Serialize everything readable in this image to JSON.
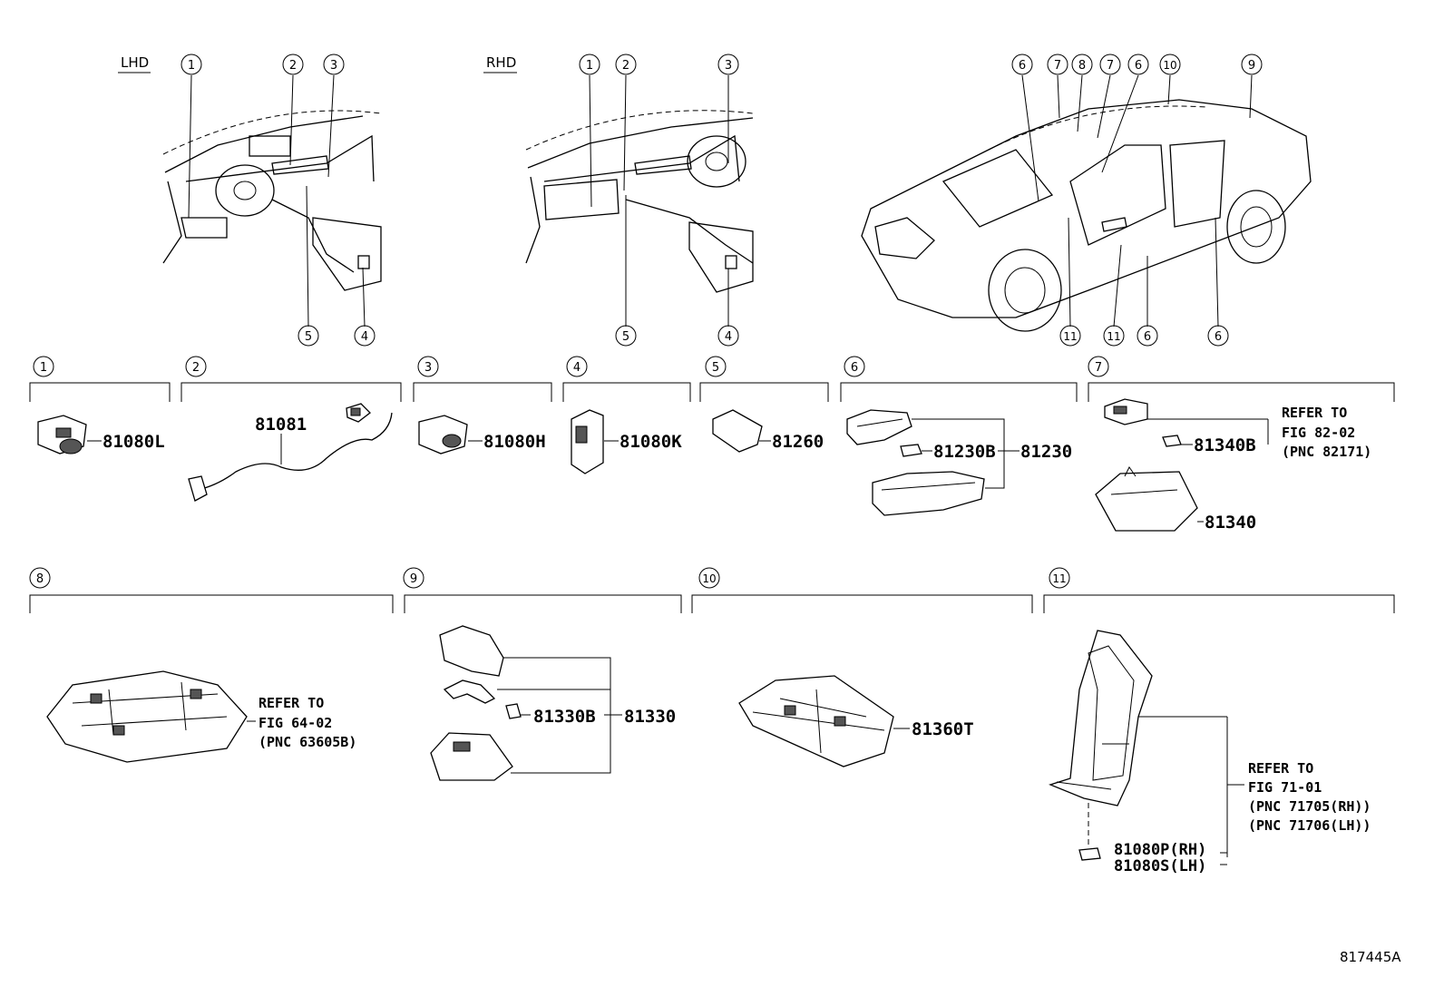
{
  "top_views": {
    "lhd_label": "LHD",
    "rhd_label": "RHD",
    "lhd_callouts": [
      "1",
      "2",
      "3",
      "5",
      "4"
    ],
    "rhd_callouts": [
      "1",
      "2",
      "3",
      "5",
      "4"
    ],
    "car_callouts": [
      "6",
      "7",
      "8",
      "7",
      "6",
      "10",
      "9",
      "11",
      "11",
      "6",
      "6"
    ]
  },
  "sections": [
    {
      "num": "1",
      "parts": [
        "81080L"
      ]
    },
    {
      "num": "2",
      "parts": [
        "81081"
      ]
    },
    {
      "num": "3",
      "parts": [
        "81080H"
      ]
    },
    {
      "num": "4",
      "parts": [
        "81080K"
      ]
    },
    {
      "num": "5",
      "parts": [
        "81260"
      ]
    },
    {
      "num": "6",
      "parts": [
        "81230B",
        "81230"
      ]
    },
    {
      "num": "7",
      "parts": [
        "81340B",
        "81340"
      ],
      "refer": [
        "REFER TO",
        "FIG 82-02",
        "(PNC 82171)"
      ]
    },
    {
      "num": "8",
      "parts": [],
      "refer": [
        "REFER TO",
        "FIG 64-02",
        "(PNC 63605B)"
      ]
    },
    {
      "num": "9",
      "parts": [
        "81330B",
        "81330"
      ]
    },
    {
      "num": "10",
      "parts": [
        "81360T"
      ]
    },
    {
      "num": "11",
      "parts": [
        "81080P(RH)",
        "81080S(LH)"
      ],
      "refer": [
        "REFER TO",
        "FIG 71-01",
        "(PNC 71705(RH))",
        "(PNC 71706(LH))"
      ]
    }
  ],
  "figure_id": "817445A"
}
